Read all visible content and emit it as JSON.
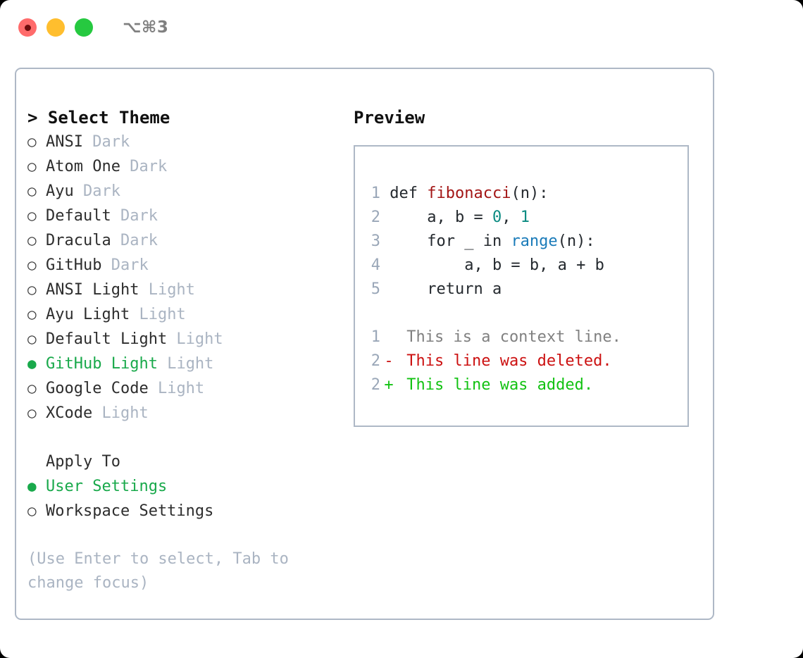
{
  "titlebar": {
    "buttons": [
      {
        "name": "close",
        "color": "#ff6b6b"
      },
      {
        "name": "minimize",
        "color": "#ffbe2e"
      },
      {
        "name": "zoom",
        "color": "#26c940"
      }
    ],
    "shortcut": "⌥⌘3"
  },
  "theme_list": {
    "heading": "> Select Theme",
    "items": [
      {
        "marker": "○",
        "label": "ANSI",
        "tag": "Dark",
        "selected": false
      },
      {
        "marker": "○",
        "label": "Atom One",
        "tag": "Dark",
        "selected": false
      },
      {
        "marker": "○",
        "label": "Ayu",
        "tag": "Dark",
        "selected": false
      },
      {
        "marker": "○",
        "label": "Default",
        "tag": "Dark",
        "selected": false
      },
      {
        "marker": "○",
        "label": "Dracula",
        "tag": "Dark",
        "selected": false
      },
      {
        "marker": "○",
        "label": "GitHub",
        "tag": "Dark",
        "selected": false
      },
      {
        "marker": "○",
        "label": "ANSI Light",
        "tag": "Light",
        "selected": false
      },
      {
        "marker": "○",
        "label": "Ayu Light",
        "tag": "Light",
        "selected": false
      },
      {
        "marker": "○",
        "label": "Default Light",
        "tag": "Light",
        "selected": false
      },
      {
        "marker": "●",
        "label": "GitHub Light",
        "tag": "Light",
        "selected": true
      },
      {
        "marker": "○",
        "label": "Google Code",
        "tag": "Light",
        "selected": false
      },
      {
        "marker": "○",
        "label": "XCode",
        "tag": "Light",
        "selected": false
      }
    ]
  },
  "apply_to": {
    "heading": "Apply To",
    "items": [
      {
        "marker": "●",
        "label": "User Settings",
        "selected": true
      },
      {
        "marker": "○",
        "label": "Workspace Settings",
        "selected": false
      }
    ]
  },
  "hint": "(Use Enter to select, Tab to change focus)",
  "preview": {
    "title": "Preview",
    "code_lines": [
      {
        "no": "1",
        "tokens": [
          {
            "t": "def ",
            "c": "plain"
          },
          {
            "t": "fibonacci",
            "c": "fn"
          },
          {
            "t": "(n):",
            "c": "plain"
          }
        ]
      },
      {
        "no": "2",
        "tokens": [
          {
            "t": "    a, b = ",
            "c": "plain"
          },
          {
            "t": "0",
            "c": "num"
          },
          {
            "t": ", ",
            "c": "plain"
          },
          {
            "t": "1",
            "c": "num"
          }
        ]
      },
      {
        "no": "3",
        "tokens": [
          {
            "t": "    for _ in ",
            "c": "plain"
          },
          {
            "t": "range",
            "c": "kw"
          },
          {
            "t": "(n):",
            "c": "plain"
          }
        ]
      },
      {
        "no": "4",
        "tokens": [
          {
            "t": "        a, b = b, a + b",
            "c": "plain"
          }
        ]
      },
      {
        "no": "5",
        "tokens": [
          {
            "t": "    return a",
            "c": "plain"
          }
        ]
      }
    ],
    "diff_lines": [
      {
        "no": "1",
        "sign": " ",
        "text": " This is a context line.",
        "kind": "ctx"
      },
      {
        "no": "2",
        "sign": "-",
        "text": " This line was deleted.",
        "kind": "del"
      },
      {
        "no": "2",
        "sign": "+",
        "text": " This line was added.",
        "kind": "add"
      }
    ]
  },
  "colors": {
    "accent_green": "#19a94b",
    "border": "#aeb8c6",
    "muted": "#aab4c2",
    "diff_delete": "#cc1111",
    "diff_add": "#12c212",
    "token_function": "#a31515",
    "token_keyword": "#1a7bb9",
    "token_number": "#0b8b82"
  }
}
